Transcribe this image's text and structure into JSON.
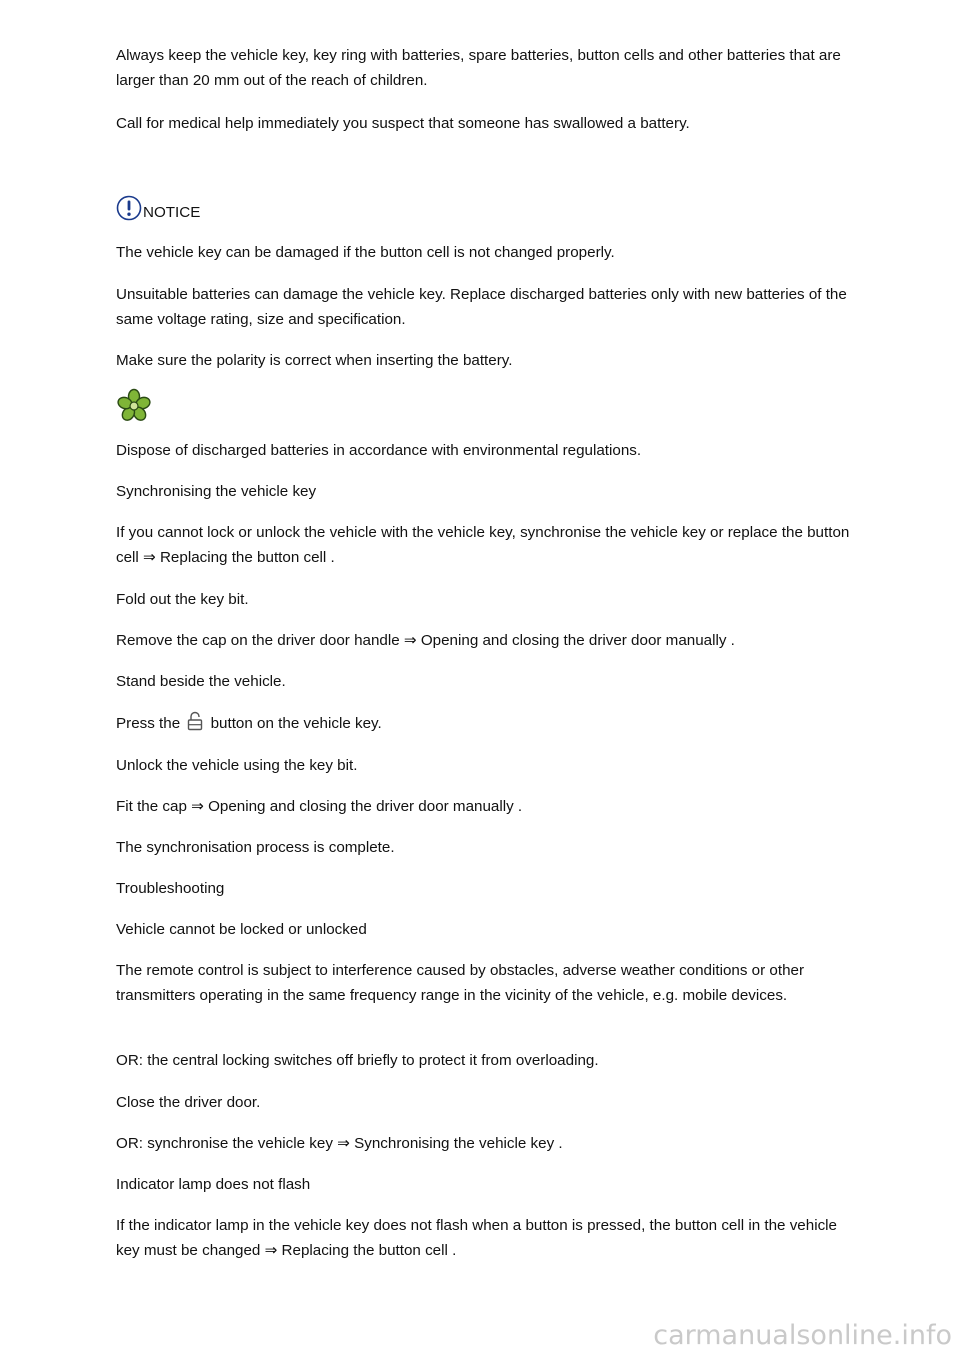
{
  "paragraphs": {
    "p1": "Always keep the vehicle key, key ring with batteries, spare batteries, button cells and other batteries that are larger than 20 mm out of the reach of children.",
    "p2": "Call for medical help immediately you suspect that someone has swallowed a battery.",
    "notice_label": "NOTICE",
    "p3": "The vehicle key can be damaged if the button cell is not changed properly.",
    "p4": "Unsuitable batteries can damage the vehicle key. Replace discharged batteries only with new batteries of the same voltage rating, size and specification.",
    "p5": "Make sure the polarity is correct when inserting the battery.",
    "p6": "Dispose of discharged batteries in accordance with environmental regulations.",
    "p7": "Synchronising the vehicle key",
    "p8": "If you cannot lock or unlock the vehicle with the vehicle key, synchronise the vehicle key or replace the button cell ⇒ Replacing the button cell .",
    "p9": "Fold out the key bit.",
    "p10": "Remove the cap on the driver door handle ⇒ Opening and closing the driver door manually .",
    "p11": "Stand beside the vehicle.",
    "p12_before": "Press the ",
    "p12_after": " button on the vehicle key.",
    "p13": "Unlock the vehicle using the key bit.",
    "p14": "Fit the cap ⇒ Opening and closing the driver door manually .",
    "p15": "The synchronisation process is complete.",
    "p16": "Troubleshooting",
    "p17": "Vehicle cannot be locked or unlocked",
    "p18": "The remote control is subject to interference caused by obstacles, adverse weather conditions or other transmitters operating in the same frequency range in the vicinity of the vehicle, e.g. mobile devices.",
    "p19": "OR: the central locking switches off briefly to protect it from overloading.",
    "p20": "Close the driver door.",
    "p21": "OR: synchronise the vehicle key ⇒ Synchronising the vehicle key .",
    "p22": "Indicator lamp does not flash",
    "p23": "If the indicator lamp in the vehicle key does not flash when a button is pressed, the button cell in the vehicle key must be changed ⇒ Replacing the button cell ."
  },
  "icons": {
    "notice": "notice-exclamation-icon",
    "environment": "environment-flower-icon",
    "unlock": "unlock-padlock-icon"
  },
  "colors": {
    "notice_icon": "#1a3a8c",
    "eco_petal": "#7fb537",
    "eco_outline": "#2a4a14"
  },
  "watermark": "carmanualsonline.info"
}
